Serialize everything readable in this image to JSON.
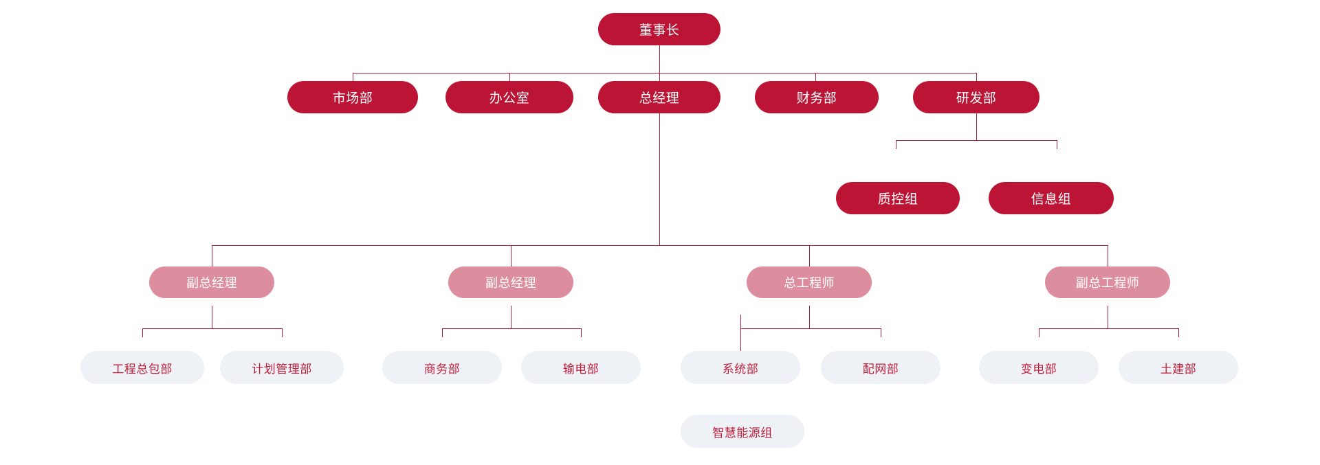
{
  "chart": {
    "type": "org-chart",
    "title": "",
    "palette": {
      "primary_fill": "#bc1435",
      "primary_text": "#ffffff",
      "secondary_fill": "#dd8e9e",
      "secondary_text": "#ffffff",
      "tertiary_fill": "#eef2f6",
      "tertiary_text": "#c0203c",
      "connector": "#a8203a",
      "background": "#ffffff"
    },
    "levels": {
      "primary": "dark-crimson filled pill, white text",
      "secondary": "pink filled pill, white text",
      "tertiary": "light gray-blue pill, crimson text"
    }
  },
  "nodes": {
    "chairman": {
      "label": "董事长",
      "level": "primary"
    },
    "marketing": {
      "label": "市场部",
      "level": "primary"
    },
    "office": {
      "label": "办公室",
      "level": "primary"
    },
    "general_manager": {
      "label": "总经理",
      "level": "primary"
    },
    "finance": {
      "label": "财务部",
      "level": "primary"
    },
    "rnd": {
      "label": "研发部",
      "level": "primary"
    },
    "quality_control": {
      "label": "质控组",
      "level": "primary"
    },
    "information": {
      "label": "信息组",
      "level": "primary"
    },
    "deputy_gm_1": {
      "label": "副总经理",
      "level": "secondary"
    },
    "deputy_gm_2": {
      "label": "副总经理",
      "level": "secondary"
    },
    "chief_engineer": {
      "label": "总工程师",
      "level": "secondary"
    },
    "deputy_chief_engineer": {
      "label": "副总工程师",
      "level": "secondary"
    },
    "epc": {
      "label": "工程总包部",
      "level": "tertiary"
    },
    "planning": {
      "label": "计划管理部",
      "level": "tertiary"
    },
    "commerce": {
      "label": "商务部",
      "level": "tertiary"
    },
    "transmission": {
      "label": "输电部",
      "level": "tertiary"
    },
    "system": {
      "label": "系统部",
      "level": "tertiary"
    },
    "distribution": {
      "label": "配网部",
      "level": "tertiary"
    },
    "substation": {
      "label": "变电部",
      "level": "tertiary"
    },
    "civil": {
      "label": "土建部",
      "level": "tertiary"
    },
    "smart_energy": {
      "label": "智慧能源组",
      "level": "tertiary"
    }
  },
  "hierarchy": {
    "root": "chairman",
    "edges": [
      {
        "from": "chairman",
        "to": "marketing"
      },
      {
        "from": "chairman",
        "to": "office"
      },
      {
        "from": "chairman",
        "to": "general_manager"
      },
      {
        "from": "chairman",
        "to": "finance"
      },
      {
        "from": "chairman",
        "to": "rnd"
      },
      {
        "from": "rnd",
        "to": "quality_control"
      },
      {
        "from": "rnd",
        "to": "information"
      },
      {
        "from": "general_manager",
        "to": "deputy_gm_1"
      },
      {
        "from": "general_manager",
        "to": "deputy_gm_2"
      },
      {
        "from": "general_manager",
        "to": "chief_engineer"
      },
      {
        "from": "general_manager",
        "to": "deputy_chief_engineer"
      },
      {
        "from": "deputy_gm_1",
        "to": "epc"
      },
      {
        "from": "deputy_gm_1",
        "to": "planning"
      },
      {
        "from": "deputy_gm_2",
        "to": "commerce"
      },
      {
        "from": "deputy_gm_2",
        "to": "transmission"
      },
      {
        "from": "chief_engineer",
        "to": "system"
      },
      {
        "from": "chief_engineer",
        "to": "distribution"
      },
      {
        "from": "deputy_chief_engineer",
        "to": "substation"
      },
      {
        "from": "deputy_chief_engineer",
        "to": "civil"
      },
      {
        "from": "system",
        "to": "smart_energy"
      }
    ]
  }
}
